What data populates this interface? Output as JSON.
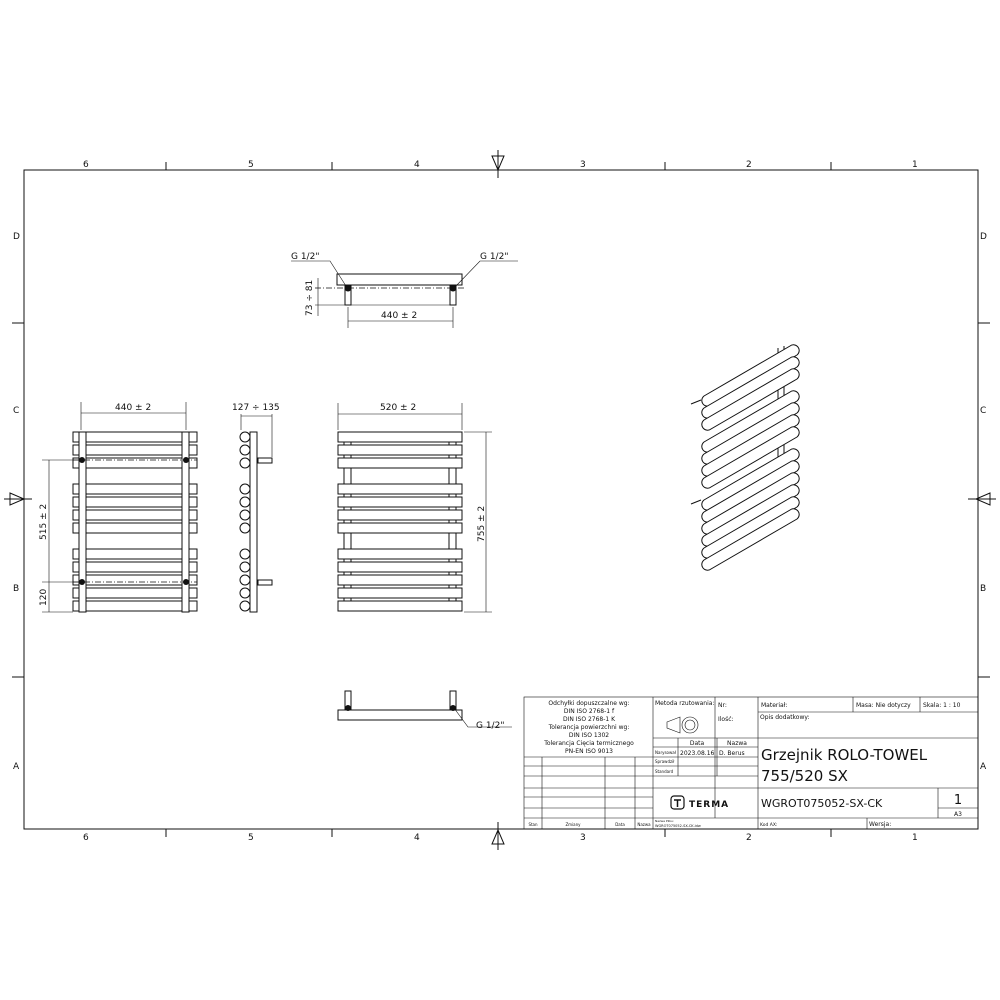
{
  "zones": {
    "columns": [
      "6",
      "5",
      "4",
      "3",
      "2",
      "1"
    ],
    "rows": [
      "D",
      "C",
      "B",
      "A"
    ]
  },
  "views": {
    "top": {
      "conn_left": "G 1/2\"",
      "conn_right": "G 1/2\"",
      "depth": "73 ÷ 81",
      "spacing": "440 ± 2"
    },
    "rear": {
      "spacing": "440 ± 2",
      "axis": "515 ± 2",
      "bottom": "120"
    },
    "side": {
      "depth": "127 ÷ 135"
    },
    "front": {
      "width": "520 ± 2",
      "height": "755 ± 2"
    },
    "bottom": {
      "conn": "G 1/2\""
    }
  },
  "title_block": {
    "tolerances": [
      "Odchyłki dopuszczalne wg:",
      "DIN ISO 2768-1 f",
      "DIN ISO 2768-1 K",
      "Tolerancja powierzchni wg:",
      "DIN ISO 1302",
      "Tolerancja Cięcia termicznego",
      "PN-EN ISO 9013"
    ],
    "projection_method": "Metoda rzutowania:",
    "nr": "Nr:",
    "qty": "Ilość:",
    "material": "Materiał:",
    "mass": "Masa: Nie dotyczy",
    "scale": "Skala: 1 : 10",
    "additional": "Opis dodatkowy:",
    "col_date": "Data",
    "col_name": "Nazwa",
    "drawn_label": "Narysował",
    "drawn_date": "2023.08.16",
    "drawn_name": "D. Berus",
    "checked_label": "Sprawdził",
    "standard_label": "Standard",
    "title_line1": "Grzejnik ROLO-TOWEL",
    "title_line2": "755/520 SX",
    "brand": "TERMA",
    "code": "WGROT075052-SX-CK",
    "sheet": "1",
    "format": "A3",
    "rev_headers": [
      "Stan",
      "Zmiany",
      "Data",
      "Nazwa"
    ],
    "file_label": "Nazwa Pliku:",
    "file_name": "WGROT075052-SX-CK.idw",
    "ax_code": "Kod AX:",
    "version": "Wersja:"
  }
}
